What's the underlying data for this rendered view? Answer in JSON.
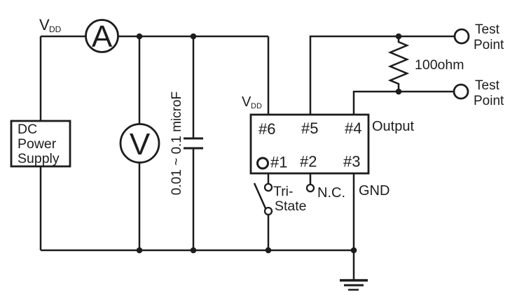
{
  "colors": {
    "ink": "#1c1c1c",
    "bg": "#ffffff"
  },
  "supply": {
    "vdd_main": "V",
    "vdd_sub": "DD",
    "dc_box_line1": "DC",
    "dc_box_line2": "Power",
    "dc_box_line3": "Supply"
  },
  "meters": {
    "ammeter_label": "A",
    "voltmeter_label": "V"
  },
  "capacitor": {
    "value_label": "0.01 ~ 0.1 microF"
  },
  "resistor": {
    "value_label": "100ohm"
  },
  "test_points": {
    "top_line1": "Test",
    "top_line2": "Point",
    "bottom_line1": "Test",
    "bottom_line2": "Point"
  },
  "ic": {
    "vdd_main": "V",
    "vdd_sub": "DD",
    "pins": {
      "p1": "#1",
      "p2": "#2",
      "p3": "#3",
      "p4": "#4",
      "p5": "#5",
      "p6": "#6"
    },
    "output_label": "Output",
    "gnd_label": "GND",
    "nc_label": "N.C.",
    "tri_state_line1": "Tri-",
    "tri_state_line2": "State"
  }
}
